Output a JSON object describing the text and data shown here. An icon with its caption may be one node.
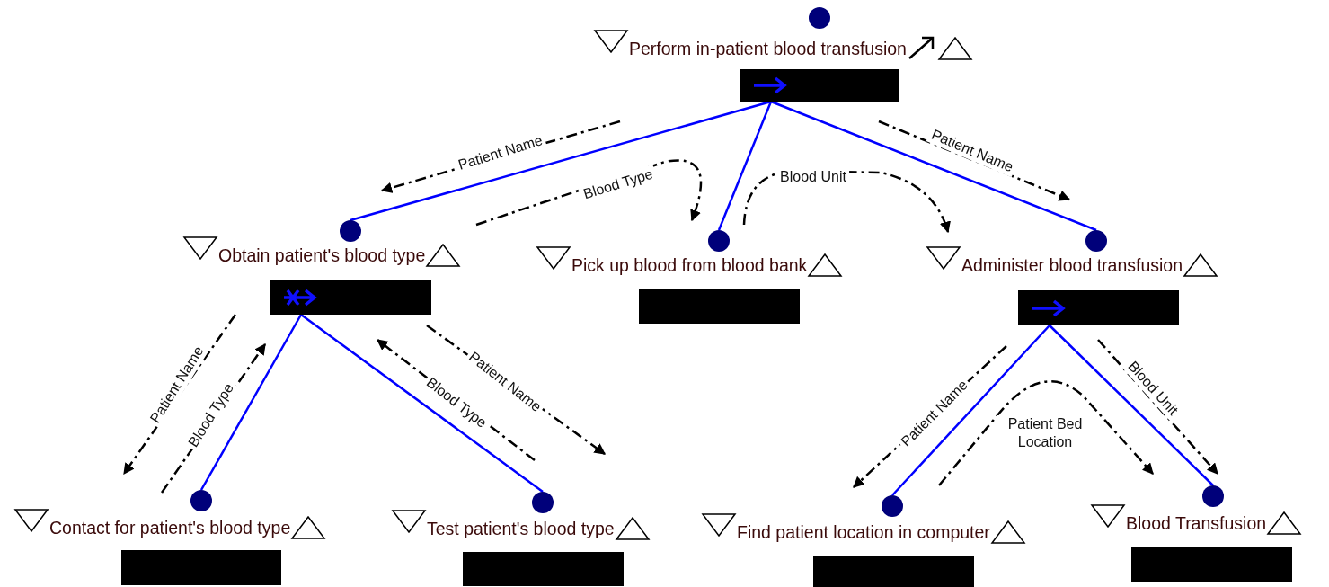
{
  "diagram": {
    "nodes": [
      {
        "text": [
          "Perform in-patient blood transfusion"
        ]
      },
      {
        "text": [
          "Obtain patient's blood type"
        ]
      },
      {
        "text": [
          "Pick up blood from blood bank"
        ]
      },
      {
        "text": [
          "Administer blood transfusion"
        ]
      },
      {
        "text": [
          "Contact for patient's blood type"
        ]
      },
      {
        "text": [
          "Test patient's blood type"
        ]
      },
      {
        "text": [
          "Find patient location in computer"
        ]
      },
      {
        "text": [
          "Blood Transfusion"
        ]
      }
    ],
    "edges": [
      {
        "from": 0,
        "to": 1,
        "arrow": "none",
        "color": "#0000ff"
      },
      {
        "from": 0,
        "to": 2,
        "arrow": "none",
        "color": "#0000ff"
      },
      {
        "from": 0,
        "to": 3,
        "arrow": "none",
        "color": "#0000ff"
      },
      {
        "from": 1,
        "to": 4,
        "arrow": "none",
        "color": "#0000ff"
      },
      {
        "from": 1,
        "to": 5,
        "arrow": "none",
        "color": "#0000ff"
      },
      {
        "from": 3,
        "to": 6,
        "arrow": "none",
        "color": "#0000ff"
      },
      {
        "from": 3,
        "to": 7,
        "arrow": "none",
        "color": "#0000ff"
      },
      {
        "from": 0,
        "to": 1,
        "arrow": "to",
        "style": "dashed",
        "label": "Patient Name"
      },
      {
        "from": 1,
        "to": 2,
        "arrow": "to",
        "style": "dashed",
        "label": "Blood Type"
      },
      {
        "from": 2,
        "to": 3,
        "arrow": "to",
        "style": "dashed",
        "label": "Blood Unit"
      },
      {
        "from": 0,
        "to": 3,
        "arrow": "to",
        "style": "dashed",
        "label": "Patient Name"
      },
      {
        "from": 1,
        "to": 4,
        "arrow": "to",
        "style": "dashed",
        "label": "Patient Name"
      },
      {
        "from": 4,
        "to": 1,
        "arrow": "to",
        "style": "dashed",
        "label": "Blood Type"
      },
      {
        "from": 1,
        "to": 5,
        "arrow": "to",
        "style": "dashed",
        "label": "Patient Name"
      },
      {
        "from": 5,
        "to": 1,
        "arrow": "to",
        "style": "dashed",
        "label": "Blood Type"
      },
      {
        "from": 3,
        "to": 6,
        "arrow": "to",
        "style": "dashed",
        "label": "Patient Name"
      },
      {
        "from": 6,
        "to": 7,
        "arrow": "to",
        "style": "dashed",
        "label": "Patient Bed Location"
      },
      {
        "from": 3,
        "to": 7,
        "arrow": "to",
        "style": "dashed",
        "label": "Blood Unit"
      }
    ]
  }
}
